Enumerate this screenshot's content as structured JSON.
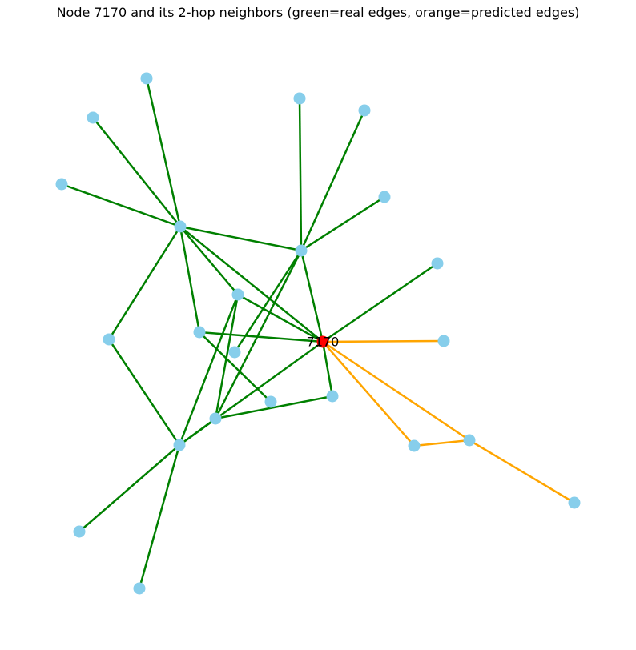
{
  "title": "Node 7170 and its 2-hop neighbors (green=real edges, orange=predicted edges)",
  "colors": {
    "real_edge": "#008000",
    "predicted_edge": "#FFA500",
    "node": "#87CEEB",
    "center_node": "#FF0000",
    "label": "#000000"
  },
  "graph": {
    "center_label": "7170",
    "nodes": [
      {
        "id": "c"
      },
      {
        "id": "h1"
      },
      {
        "id": "h2"
      },
      {
        "id": "h3"
      },
      {
        "id": "a1"
      },
      {
        "id": "a2"
      },
      {
        "id": "a3"
      },
      {
        "id": "b1"
      },
      {
        "id": "b2"
      },
      {
        "id": "b3"
      },
      {
        "id": "n1"
      },
      {
        "id": "n2"
      },
      {
        "id": "n3"
      },
      {
        "id": "n4"
      },
      {
        "id": "n5"
      },
      {
        "id": "n6"
      },
      {
        "id": "n7"
      },
      {
        "id": "n8"
      },
      {
        "id": "n9"
      },
      {
        "id": "n10"
      },
      {
        "id": "n11"
      },
      {
        "id": "n12"
      },
      {
        "id": "n13"
      },
      {
        "id": "n14"
      }
    ],
    "edges": [
      {
        "source": "h1",
        "target": "a1",
        "type": "real"
      },
      {
        "source": "h1",
        "target": "a2",
        "type": "real"
      },
      {
        "source": "h1",
        "target": "a3",
        "type": "real"
      },
      {
        "source": "h1",
        "target": "h2",
        "type": "real"
      },
      {
        "source": "h1",
        "target": "n1",
        "type": "real"
      },
      {
        "source": "h1",
        "target": "n4",
        "type": "real"
      },
      {
        "source": "h1",
        "target": "c",
        "type": "real"
      },
      {
        "source": "h1",
        "target": "n3",
        "type": "real"
      },
      {
        "source": "h2",
        "target": "b1",
        "type": "real"
      },
      {
        "source": "h2",
        "target": "b2",
        "type": "real"
      },
      {
        "source": "h2",
        "target": "b3",
        "type": "real"
      },
      {
        "source": "h2",
        "target": "c",
        "type": "real"
      },
      {
        "source": "h2",
        "target": "n2",
        "type": "real"
      },
      {
        "source": "h2",
        "target": "n6",
        "type": "real"
      },
      {
        "source": "h3",
        "target": "n4",
        "type": "real"
      },
      {
        "source": "h3",
        "target": "n3",
        "type": "real"
      },
      {
        "source": "h3",
        "target": "n6",
        "type": "real"
      },
      {
        "source": "h3",
        "target": "c",
        "type": "real"
      },
      {
        "source": "h3",
        "target": "n9",
        "type": "real"
      },
      {
        "source": "h3",
        "target": "n10",
        "type": "real"
      },
      {
        "source": "n3",
        "target": "c",
        "type": "real"
      },
      {
        "source": "n3",
        "target": "n6",
        "type": "real"
      },
      {
        "source": "n1",
        "target": "c",
        "type": "real"
      },
      {
        "source": "n1",
        "target": "n5",
        "type": "real"
      },
      {
        "source": "n6",
        "target": "n7",
        "type": "real"
      },
      {
        "source": "n7",
        "target": "c",
        "type": "real"
      },
      {
        "source": "c",
        "target": "n8",
        "type": "real"
      },
      {
        "source": "c",
        "target": "n11",
        "type": "predicted"
      },
      {
        "source": "c",
        "target": "n12",
        "type": "predicted"
      },
      {
        "source": "c",
        "target": "n13",
        "type": "predicted"
      },
      {
        "source": "n12",
        "target": "n13",
        "type": "predicted"
      },
      {
        "source": "n13",
        "target": "n14",
        "type": "predicted"
      }
    ]
  }
}
